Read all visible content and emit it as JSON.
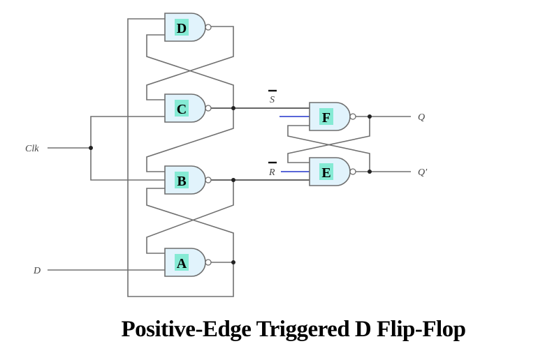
{
  "title": "Positive-Edge Triggered D Flip-Flop",
  "gates": [
    {
      "id": "D",
      "label": "D",
      "type": "NAND"
    },
    {
      "id": "C",
      "label": "C",
      "type": "NAND"
    },
    {
      "id": "B",
      "label": "B",
      "type": "NAND"
    },
    {
      "id": "A",
      "label": "A",
      "type": "NAND"
    },
    {
      "id": "F",
      "label": "F",
      "type": "NAND"
    },
    {
      "id": "E",
      "label": "E",
      "type": "NAND"
    }
  ],
  "inputs": {
    "clk": "Clk",
    "d": "D"
  },
  "outputs": {
    "q": "Q",
    "q_bar": "Q′"
  },
  "signals": {
    "s_bar": "S",
    "r_bar": "R"
  },
  "colors": {
    "gate_fill": "#e1f3fc",
    "label_highlight": "#85ead4",
    "set_reset_wire": "#2233cc"
  }
}
